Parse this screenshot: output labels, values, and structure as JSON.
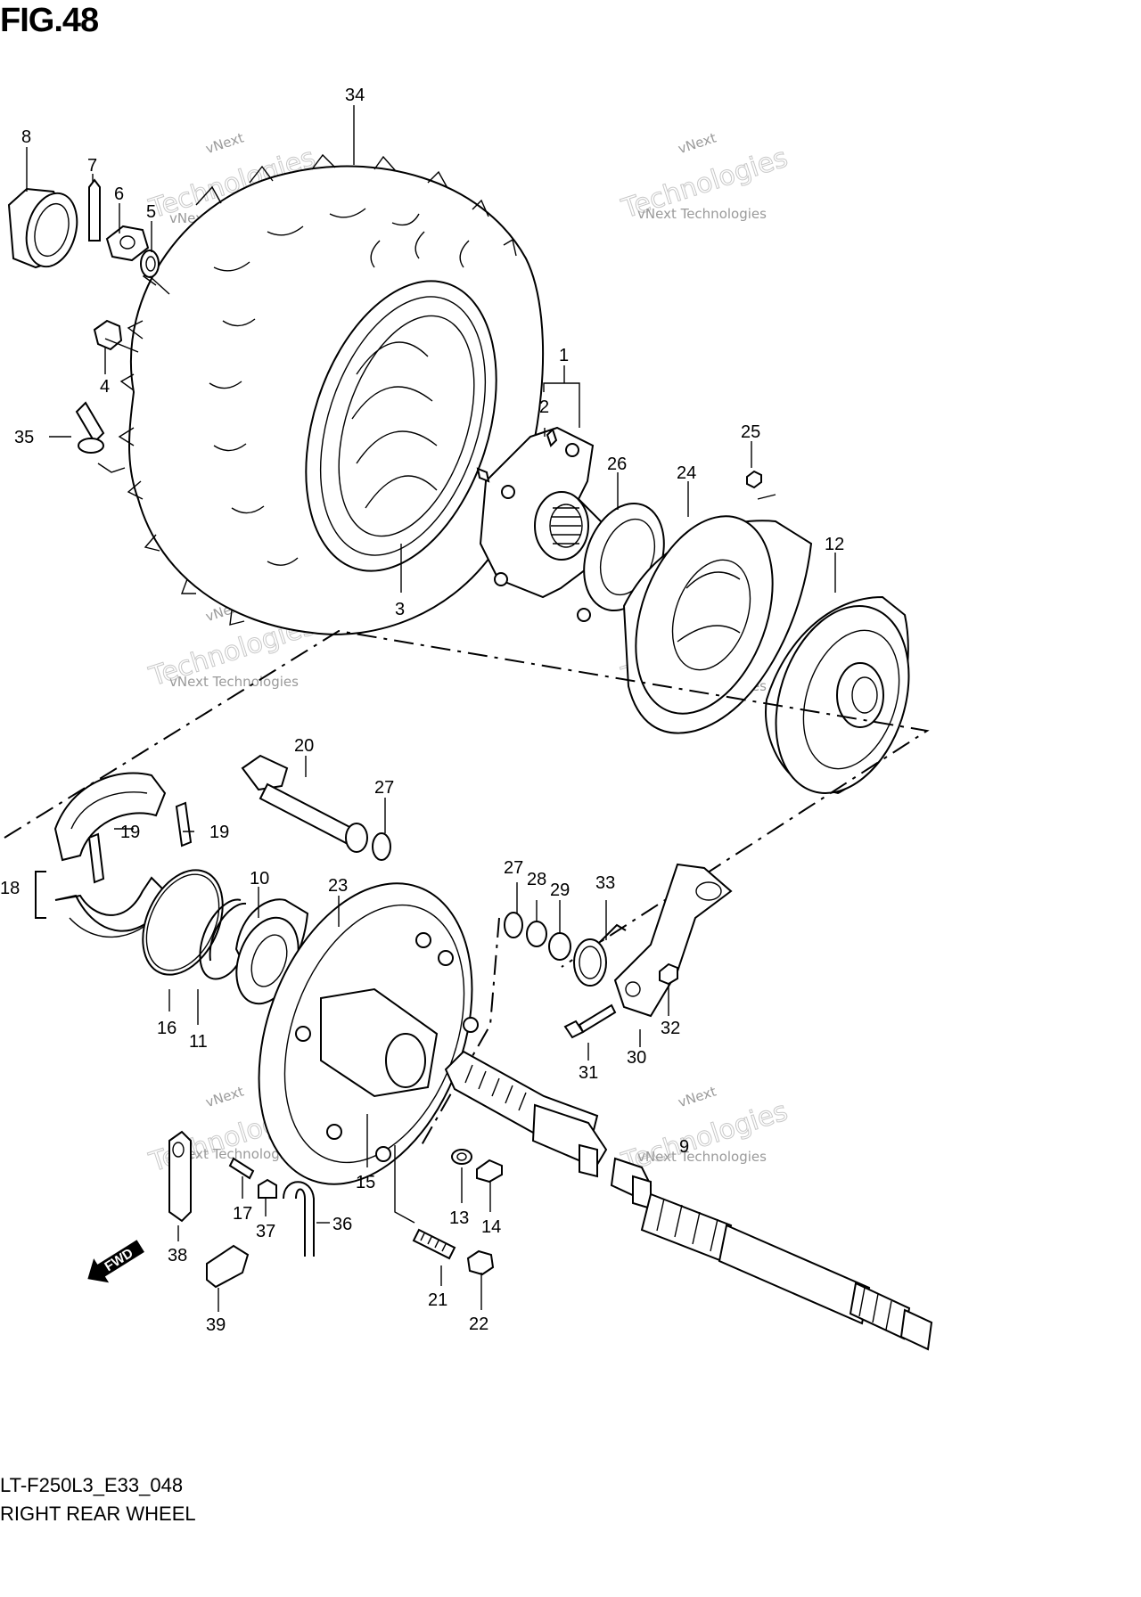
{
  "figure": {
    "title": "FIG.48",
    "drawing_code": "LT-F250L3_E33_048",
    "drawing_name": "RIGHT REAR WHEEL"
  },
  "callouts": [
    "34",
    "8",
    "7",
    "6",
    "5",
    "4",
    "35",
    "1",
    "2",
    "26",
    "24",
    "25",
    "12",
    "3",
    "20",
    "27",
    "19",
    "19",
    "18",
    "10",
    "23",
    "16",
    "11",
    "27",
    "28",
    "29",
    "33",
    "30",
    "32",
    "31",
    "15",
    "13",
    "14",
    "17",
    "37",
    "36",
    "38",
    "21",
    "22",
    "39",
    "9"
  ],
  "watermark": {
    "brand_top": "vNext",
    "brand_line": "vNext Technologies",
    "brand_big": "Technologies"
  },
  "fwd_label": "FWD",
  "colors": {
    "line": "#000000",
    "watermark": "#9a9a9a",
    "background": "#ffffff"
  }
}
